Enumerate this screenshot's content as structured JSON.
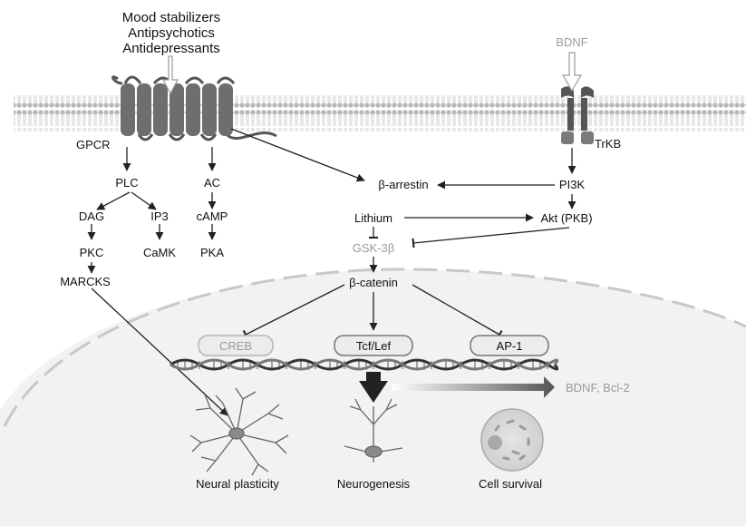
{
  "drugs": {
    "line1": "Mood stabilizers",
    "line2": "Antipsychotics",
    "line3": "Antidepressants"
  },
  "receptors": {
    "gpcr": "GPCR",
    "bdnf_ligand": "BDNF",
    "trkb": "TrKB"
  },
  "gpcr_pathway": {
    "plc": "PLC",
    "dag": "DAG",
    "ip3": "IP3",
    "pkc": "PKC",
    "camk": "CaMK",
    "marcks": "MARCKS",
    "ac": "AC",
    "camp": "cAMP",
    "pka": "PKA"
  },
  "central_pathway": {
    "beta_arrestin": "β-arrestin",
    "pi3k": "PI3K",
    "akt": "Akt (PKB)",
    "lithium": "Lithium",
    "gsk3b": "GSK-3β",
    "beta_catenin": "β-catenin"
  },
  "transcription_factors": {
    "creb": "CREB",
    "tcf_lef": "Tcf/Lef",
    "ap1": "AP-1"
  },
  "gene_targets": "BDNF, Bcl-2",
  "outcomes": {
    "neural_plasticity": "Neural plasticity",
    "neurogenesis": "Neurogenesis",
    "cell_survival": "Cell survival"
  },
  "colors": {
    "text": "#111111",
    "muted_text": "#9a9a9a",
    "membrane": "#b5b5b5",
    "receptor": "#6e6e6e",
    "nucleus_fill": "#f2f2f2",
    "nucleus_border": "#c8c8c8"
  }
}
